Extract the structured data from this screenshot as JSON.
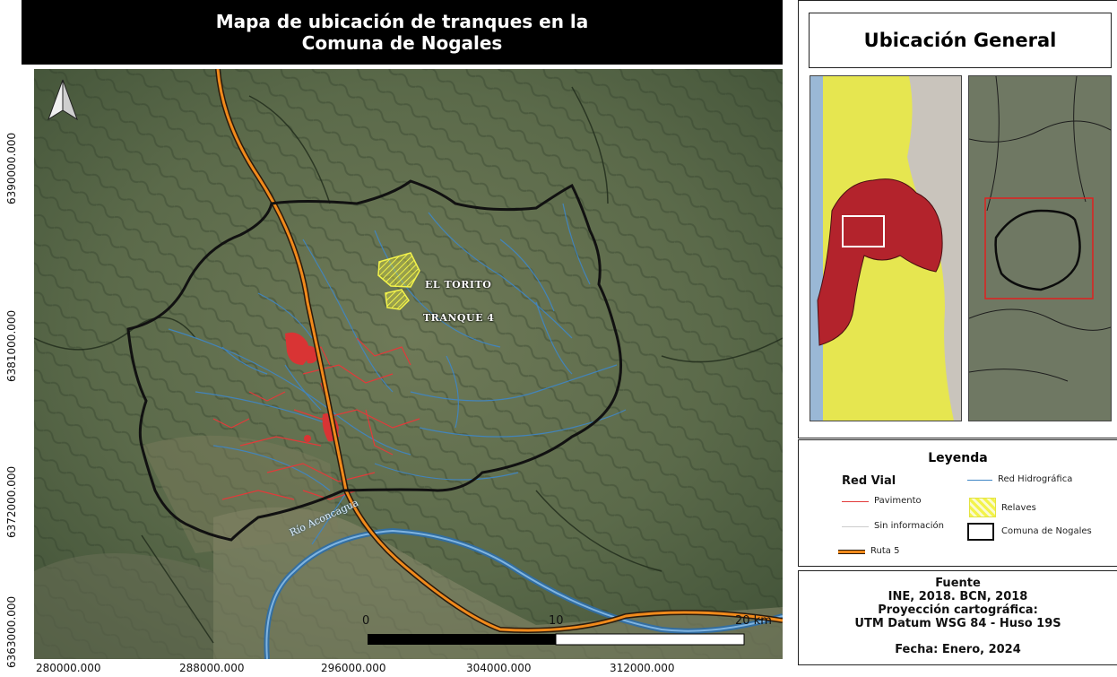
{
  "map": {
    "title_line1": "Mapa de ubicación de tranques en la",
    "title_line2": "Comuna de Nogales",
    "y_ticks": [
      "6390000.000",
      "6381000.000",
      "6372000.000",
      "6363000.000"
    ],
    "x_ticks": [
      "280000.000",
      "288000.000",
      "296000.000",
      "304000.000",
      "312000.000"
    ],
    "labels": {
      "el_torito": "EL TORITO",
      "tranque_4": "TRANQUE 4",
      "rio": "Río Aconcagua"
    },
    "scale_bar": {
      "start": "0",
      "mid": "10",
      "end": "20 km"
    },
    "north_arrow": "north-arrow-icon",
    "colors": {
      "boundary": "#111111",
      "roads": "#e23a3a",
      "rivers": "#3f86c6",
      "ruta5": "#f08a1c",
      "relaves": "#ecec3a"
    }
  },
  "general": {
    "title": "Ubicación General",
    "colors": {
      "region": "#e6e650",
      "comuna": "#b3232c",
      "frame": "#ffffff",
      "inset_frame": "#e02020"
    }
  },
  "legend": {
    "title": "Leyenda",
    "red_vial": "Red Vial",
    "pavimento": "Pavimento",
    "sin_info": "Sin información",
    "ruta5": "Ruta 5",
    "red_hidro": "Red Hidrográfica",
    "relaves": "Relaves",
    "comuna": "Comuna de Nogales"
  },
  "source": {
    "title": "Fuente",
    "line1": "INE, 2018. BCN, 2018",
    "line2": "Proyección cartográfica:",
    "line3": "UTM Datum WSG 84 - Huso 19S",
    "date": "Fecha: Enero, 2024"
  }
}
